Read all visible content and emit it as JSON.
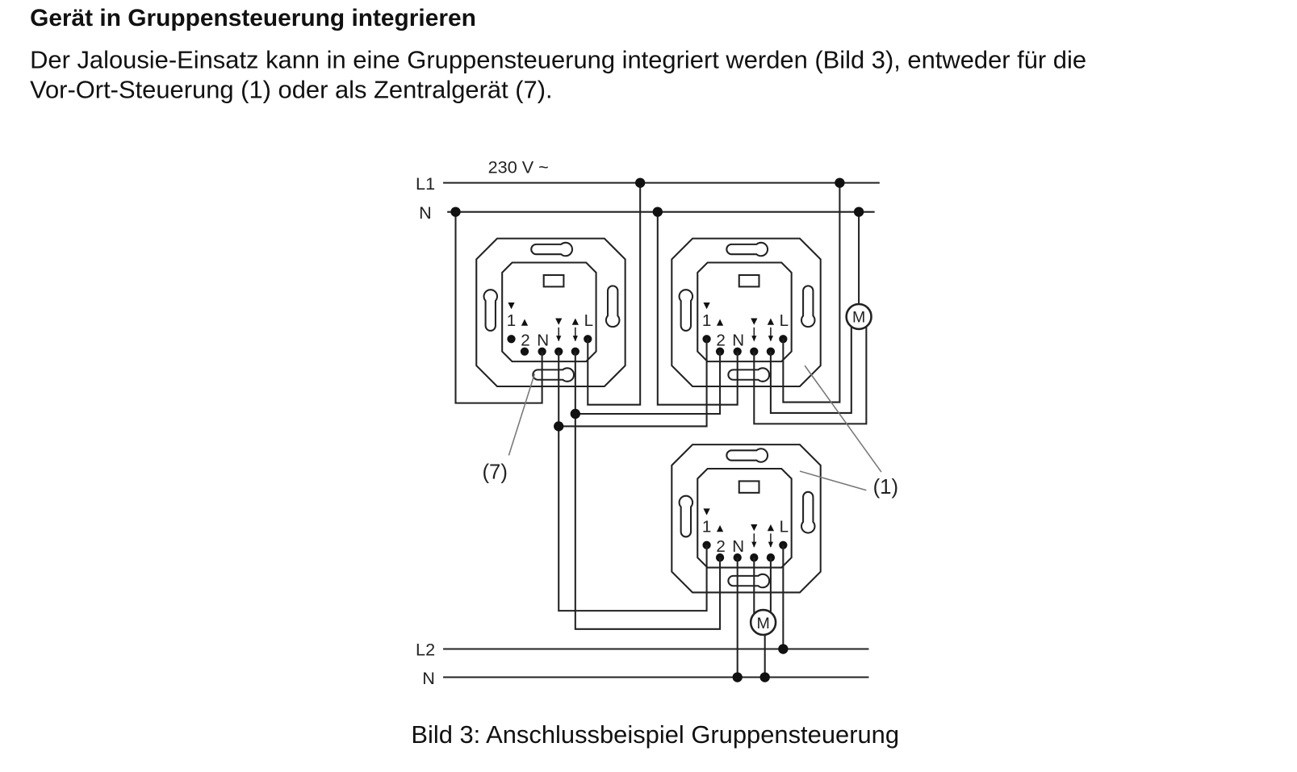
{
  "heading": "Gerät in Gruppensteuerung integrieren",
  "paragraph": {
    "line1": "Der Jalousie-Einsatz kann in eine Gruppensteuerung integriert werden (Bild 3), entweder für die",
    "line2": "Vor-Ort-Steuerung (1) oder als Zentralgerät (7)."
  },
  "diagram": {
    "voltage": "230 V ~",
    "lines": {
      "l1": "L1",
      "n_top": "N",
      "l2": "L2",
      "n_bottom": "N"
    },
    "motor_label": "M",
    "terminals": {
      "t1": "1",
      "t2": "2",
      "n": "N",
      "l": "L"
    },
    "callouts": {
      "central": "(7)",
      "local": "(1)"
    }
  },
  "caption": "Bild 3: Anschlussbeispiel Gruppensteuerung"
}
